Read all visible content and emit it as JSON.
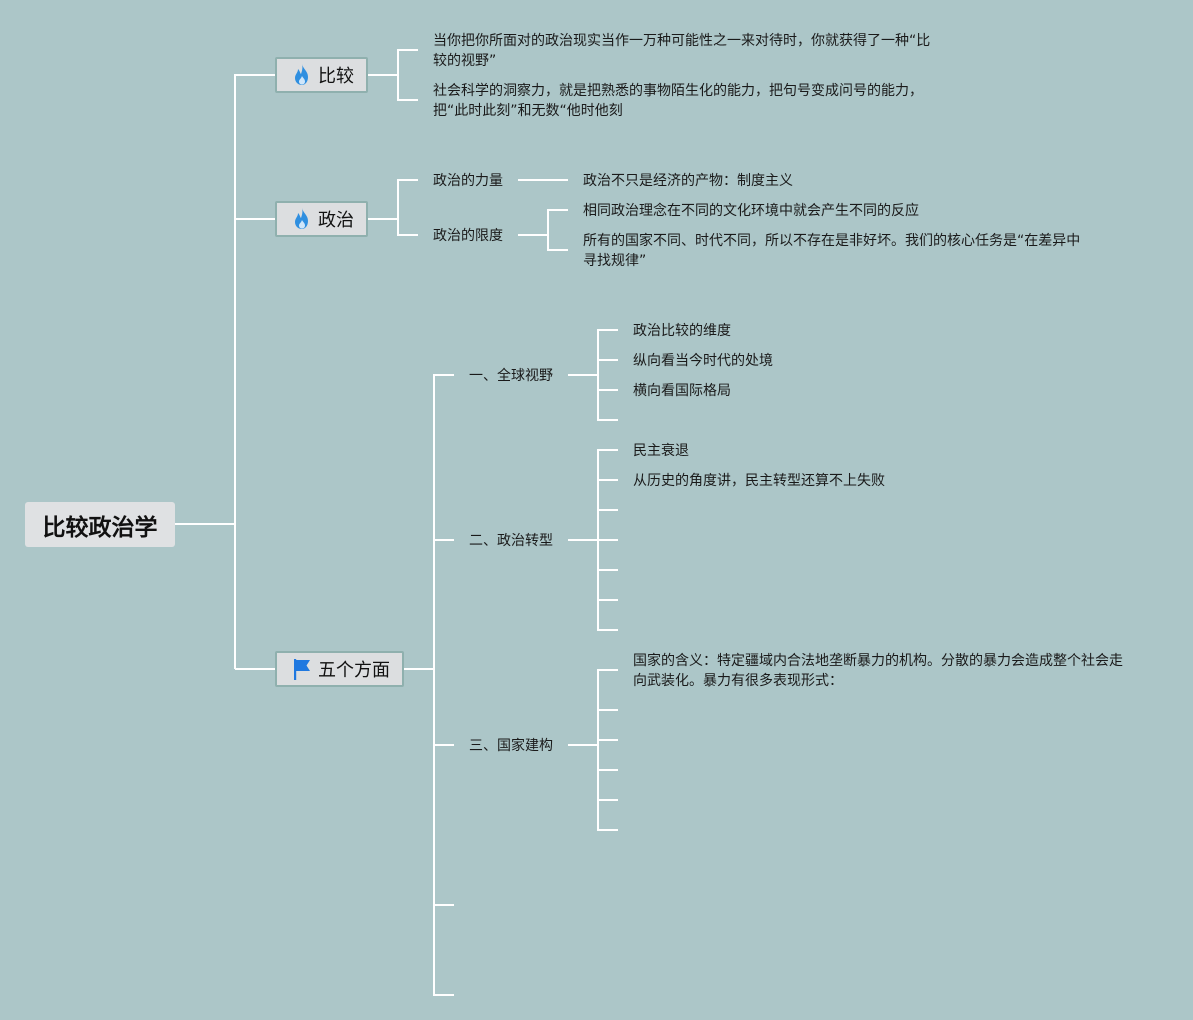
{
  "colors": {
    "background": "#acc6c8",
    "connector": "#ffffff",
    "branch_fill": "#dcdee0",
    "branch_border": "#8fb0ae",
    "fire_icon": "#2f8fe0",
    "flag_icon": "#1f78e0"
  },
  "root": {
    "label": "比较政治学"
  },
  "branch_compare": {
    "icon": "fire-icon",
    "label": "比较",
    "notes": [
      "当你把你所面对的政治现实当作一万种可能性之一来对待时，你就获得了一种“比较的视野”",
      "社会科学的洞察力，就是把熟悉的事物陌生化的能力，把句号变成问号的能力，把“此时此刻”和无数“他时他刻"
    ]
  },
  "branch_politics": {
    "icon": "fire-icon",
    "label": "政治",
    "power": {
      "label": "政治的力量",
      "detail": "政治不只是经济的产物：制度主义"
    },
    "limits": {
      "label": "政治的限度",
      "details": [
        "相同政治理念在不同的文化环境中就会产生不同的反应",
        "所有的国家不同、时代不同，所以不存在是非好坏。我们的核心任务是“在差异中寻找规律”"
      ]
    }
  },
  "branch_five": {
    "icon": "flag-icon",
    "label": "五个方面",
    "topics": [
      {
        "label": "一、全球视野",
        "items": [
          "政治比较的维度",
          "纵向看当今时代的处境",
          "横向看国际格局"
        ]
      },
      {
        "label": "二、政治转型",
        "items": [
          "民主衰退",
          "从历史的角度讲，民主转型还算不上失败"
        ]
      },
      {
        "label": "三、国家建构",
        "items": [
          "国家的含义：特定疆域内合法地垄断暴力的机构。分散的暴力会造成整个社会走向武装化。暴力有很多表现形式："
        ]
      }
    ]
  }
}
